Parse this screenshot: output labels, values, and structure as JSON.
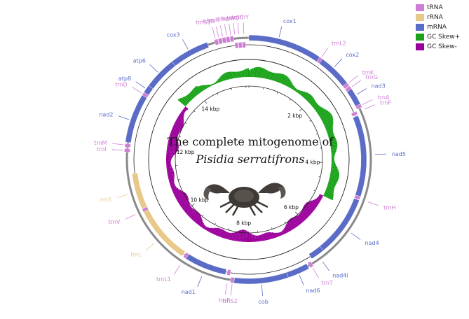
{
  "title": {
    "line1": "The complete mitogenome of",
    "line2": "Pisidia serratifrons"
  },
  "colors": {
    "tRNA": "#cf7fd3",
    "rRNA": "#e8c98a",
    "mRNA": "#5b6cc7",
    "gc_pos": "#1aa31a",
    "gc_neg": "#9b009b",
    "ring": "#8a8a8a"
  },
  "legend": [
    {
      "label": "tRNA",
      "color": "#cf7fd3"
    },
    {
      "label": "rRNA",
      "color": "#e8c98a"
    },
    {
      "label": "mRNA",
      "color": "#5b6cc7"
    },
    {
      "label": "GC Skew+",
      "color": "#1aa31a"
    },
    {
      "label": "GC Skew-",
      "color": "#9b009b"
    }
  ],
  "kbp_labels": [
    "2 kbp",
    "4 kbp",
    "6 kbp",
    "8 kbp",
    "10 kbp",
    "12 kbp",
    "14 kbp"
  ],
  "genes": [
    {
      "name": "cox1",
      "type": "mRNA",
      "strand": "outer",
      "start": 0.0,
      "end": 1.5,
      "label_pos": 0.6
    },
    {
      "name": "trnL2",
      "type": "tRNA",
      "strand": "outer",
      "start": 1.5,
      "end": 1.57,
      "label_pos": 1.53
    },
    {
      "name": "cox2",
      "type": "mRNA",
      "strand": "outer",
      "start": 1.57,
      "end": 2.25,
      "label_pos": 1.85
    },
    {
      "name": "trnK",
      "type": "tRNA",
      "strand": "outer",
      "start": 2.25,
      "end": 2.32,
      "label_pos": 2.27
    },
    {
      "name": "trnG",
      "type": "tRNA",
      "strand": "outer",
      "start": 2.33,
      "end": 2.4,
      "label_pos": 2.37
    },
    {
      "name": "nad3",
      "type": "mRNA",
      "strand": "outer",
      "start": 2.4,
      "end": 2.75,
      "label_pos": 2.55
    },
    {
      "name": "trnA",
      "type": "tRNA",
      "strand": "outer",
      "start": 2.75,
      "end": 2.82,
      "label_pos": 2.78
    },
    {
      "name": "trnF",
      "type": "tRNA",
      "strand": "inner",
      "start": 2.85,
      "end": 2.92,
      "label_pos": 2.88
    },
    {
      "name": "nad5",
      "type": "mRNA",
      "strand": "inner",
      "start": 2.95,
      "end": 4.7,
      "label_pos": 3.8
    },
    {
      "name": "trnH",
      "type": "tRNA",
      "strand": "inner",
      "start": 4.7,
      "end": 4.77,
      "label_pos": 4.75
    },
    {
      "name": "nad4",
      "type": "mRNA",
      "strand": "inner",
      "start": 4.78,
      "end": 6.1,
      "label_pos": 5.45
    },
    {
      "name": "nad4l",
      "type": "mRNA",
      "strand": "inner",
      "start": 6.1,
      "end": 6.4,
      "label_pos": 6.25
    },
    {
      "name": "trnT",
      "type": "tRNA",
      "strand": "outer",
      "start": 6.45,
      "end": 6.52,
      "label_pos": 6.48
    },
    {
      "name": "nad6",
      "type": "mRNA",
      "strand": "outer",
      "start": 6.55,
      "end": 7.0,
      "label_pos": 6.78
    },
    {
      "name": "cob",
      "type": "mRNA",
      "strand": "outer",
      "start": 7.0,
      "end": 8.1,
      "label_pos": 7.55
    },
    {
      "name": "trnS2",
      "type": "tRNA",
      "strand": "outer",
      "start": 8.1,
      "end": 8.17,
      "label_pos": 8.13
    },
    {
      "name": "trnP",
      "type": "tRNA",
      "strand": "inner",
      "start": 8.2,
      "end": 8.27,
      "label_pos": 8.23
    },
    {
      "name": "nad1",
      "type": "mRNA",
      "strand": "inner",
      "start": 8.3,
      "end": 9.2,
      "label_pos": 8.75
    },
    {
      "name": "trnL1",
      "type": "tRNA",
      "strand": "inner",
      "start": 9.2,
      "end": 9.27,
      "label_pos": 9.23
    },
    {
      "name": "trnL",
      "type": "rRNA",
      "strand": "inner",
      "start": 9.3,
      "end": 10.55,
      "label_pos": 9.9
    },
    {
      "name": "trnV",
      "type": "tRNA",
      "strand": "inner",
      "start": 10.55,
      "end": 10.62,
      "label_pos": 10.58
    },
    {
      "name": "rrnS",
      "type": "rRNA",
      "strand": "inner",
      "start": 10.62,
      "end": 11.4,
      "label_pos": 11.0
    },
    {
      "name": "trnI",
      "type": "tRNA",
      "strand": "outer",
      "start": 11.85,
      "end": 11.92,
      "label_pos": 11.88
    },
    {
      "name": "trnM",
      "type": "tRNA",
      "strand": "outer",
      "start": 11.95,
      "end": 12.02,
      "label_pos": 11.99
    },
    {
      "name": "nad2",
      "type": "mRNA",
      "strand": "outer",
      "start": 12.05,
      "end": 13.05,
      "label_pos": 12.5
    },
    {
      "name": "trnD",
      "type": "tRNA",
      "strand": "outer",
      "start": 13.05,
      "end": 13.12,
      "label_pos": 13.08
    },
    {
      "name": "atp8",
      "type": "mRNA",
      "strand": "outer",
      "start": 13.12,
      "end": 13.28,
      "label_pos": 13.2
    },
    {
      "name": "atp6",
      "type": "mRNA",
      "strand": "outer",
      "start": 13.28,
      "end": 13.95,
      "label_pos": 13.6
    },
    {
      "name": "cox3",
      "type": "mRNA",
      "strand": "outer",
      "start": 13.95,
      "end": 14.75,
      "label_pos": 14.35
    },
    {
      "name": "trnS1",
      "type": "tRNA",
      "strand": "outer",
      "start": 14.9,
      "end": 14.97,
      "label_pos": 14.93
    },
    {
      "name": "trnN",
      "type": "tRNA",
      "strand": "outer",
      "start": 14.98,
      "end": 15.05,
      "label_pos": 15.0
    },
    {
      "name": "trnR",
      "type": "tRNA",
      "strand": "outer",
      "start": 15.06,
      "end": 15.13,
      "label_pos": 15.08
    },
    {
      "name": "trnE",
      "type": "tRNA",
      "strand": "outer",
      "start": 15.14,
      "end": 15.21,
      "label_pos": 15.16
    },
    {
      "name": "trnW",
      "type": "tRNA",
      "strand": "outer",
      "start": 15.22,
      "end": 15.29,
      "label_pos": 15.24
    },
    {
      "name": "trnQ",
      "type": "tRNA",
      "strand": "inner",
      "start": 15.3,
      "end": 15.37,
      "label_pos": 15.32
    },
    {
      "name": "trnC",
      "type": "tRNA",
      "strand": "inner",
      "start": 15.38,
      "end": 15.45,
      "label_pos": 15.4
    },
    {
      "name": "trnY",
      "type": "tRNA",
      "strand": "inner",
      "start": 15.46,
      "end": 15.53,
      "label_pos": 15.5
    }
  ],
  "genome_kbp": 15.6
}
